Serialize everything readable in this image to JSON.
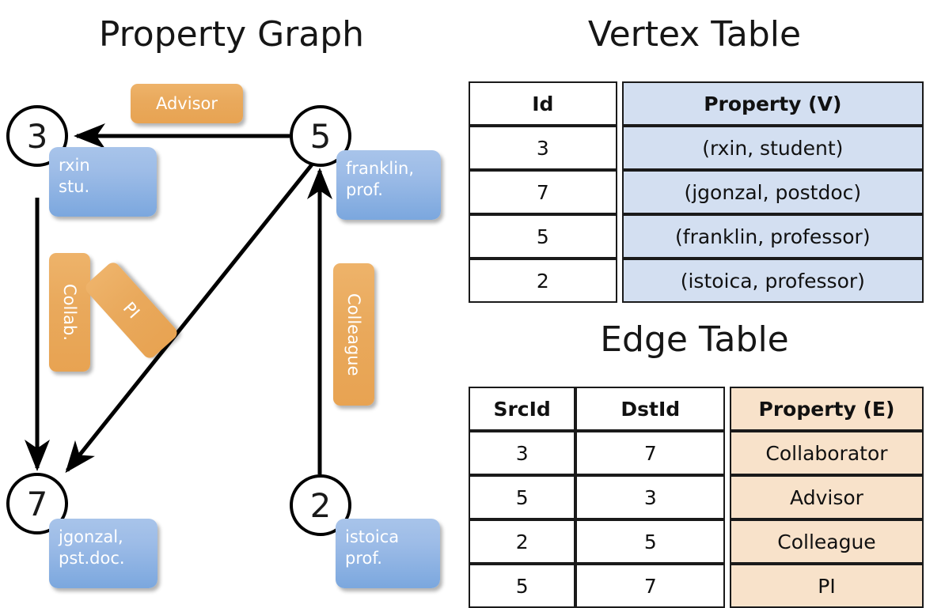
{
  "titles": {
    "graph": "Property Graph",
    "vertex_table": "Vertex Table",
    "edge_table": "Edge Table"
  },
  "graph": {
    "nodes": [
      {
        "id": "3",
        "property": "rxin\nstu."
      },
      {
        "id": "5",
        "property": "franklin,\nprof."
      },
      {
        "id": "7",
        "property": "jgonzal,\npst.doc."
      },
      {
        "id": "2",
        "property": "istoica\nprof."
      }
    ],
    "node_labels": {
      "n3": "3",
      "n5": "5",
      "n7": "7",
      "n2": "2"
    },
    "property_labels": {
      "rxin_line1": "rxin",
      "rxin_line2": "stu.",
      "franklin_line1": "franklin,",
      "franklin_line2": "prof.",
      "jgonzal_line1": "jgonzal,",
      "jgonzal_line2": "pst.doc.",
      "istoica_line1": "istoica",
      "istoica_line2": "prof."
    },
    "edge_labels": {
      "advisor": "Advisor",
      "collab": "Collab.",
      "pi": "PI",
      "colleague": "Colleague"
    },
    "edges": [
      {
        "src": "5",
        "dst": "3",
        "label": "Advisor"
      },
      {
        "src": "3",
        "dst": "7",
        "label": "Collab."
      },
      {
        "src": "5",
        "dst": "7",
        "label": "PI"
      },
      {
        "src": "2",
        "dst": "5",
        "label": "Colleague"
      }
    ]
  },
  "vertex_table": {
    "headers": [
      "Id",
      "Property (V)"
    ],
    "rows": [
      {
        "id": "3",
        "property": "(rxin, student)"
      },
      {
        "id": "7",
        "property": "(jgonzal, postdoc)"
      },
      {
        "id": "5",
        "property": "(franklin, professor)"
      },
      {
        "id": "2",
        "property": "(istoica, professor)"
      }
    ]
  },
  "edge_table": {
    "headers": [
      "SrcId",
      "DstId",
      "Property (E)"
    ],
    "rows": [
      {
        "src": "3",
        "dst": "7",
        "property": "Collaborator"
      },
      {
        "src": "5",
        "dst": "3",
        "property": "Advisor"
      },
      {
        "src": "2",
        "dst": "5",
        "property": "Colleague"
      },
      {
        "src": "5",
        "dst": "7",
        "property": "PI"
      }
    ]
  },
  "colors": {
    "vertex_property_fill": "#d3dff1",
    "edge_property_fill": "#f8e2ca",
    "node_box_blue": "#8fb4e3",
    "edge_label_orange": "#e9a95c",
    "stroke": "#000000"
  }
}
